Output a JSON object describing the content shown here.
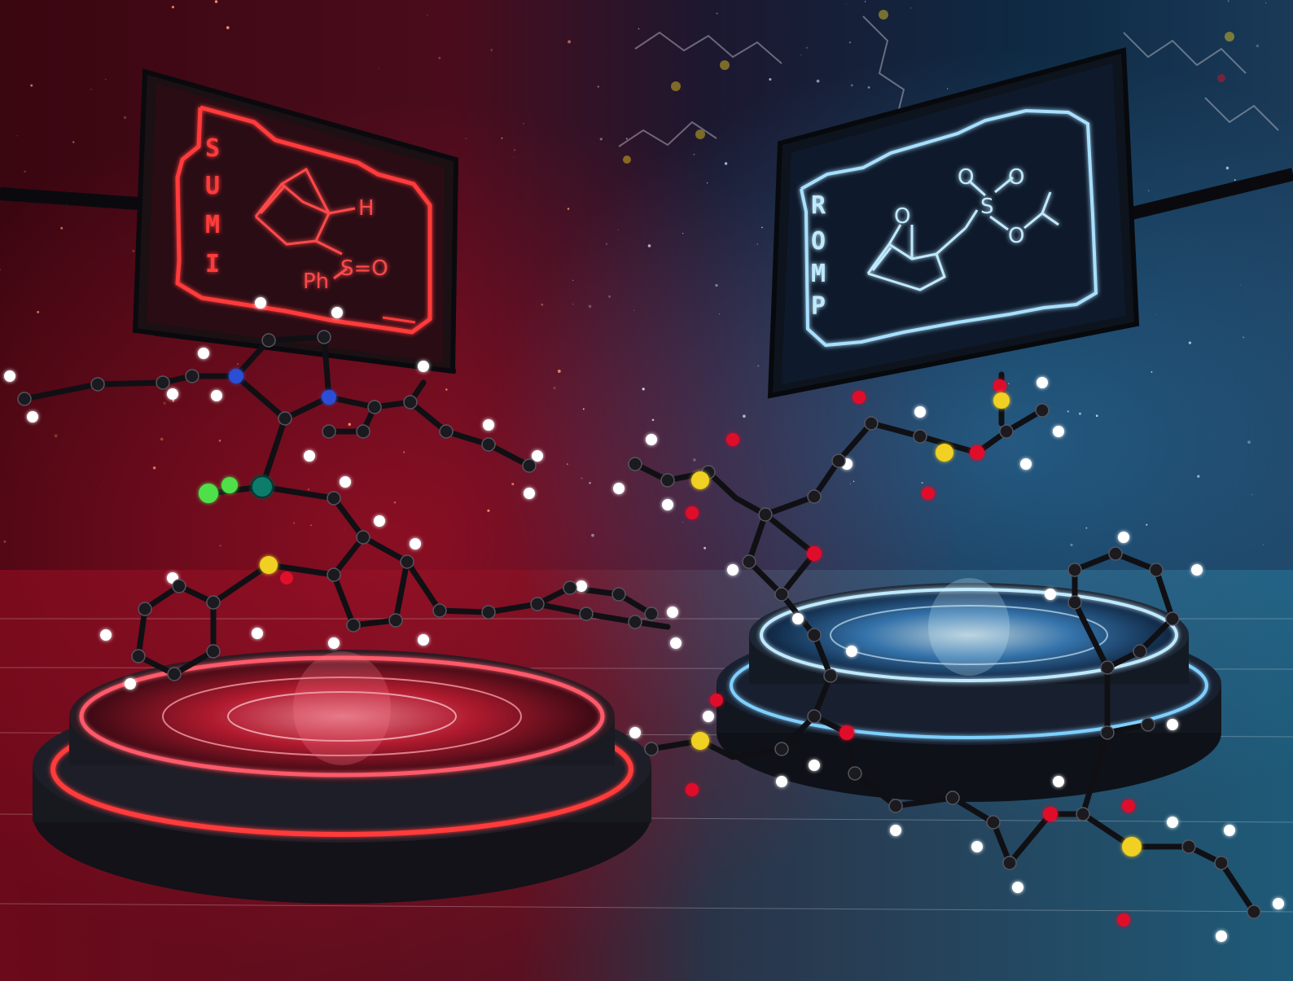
{
  "colors": {
    "red_glow": "#ff3b3b",
    "red_deep": "#5a0a18",
    "blue_glow": "#9fe0ff",
    "blue_deep": "#0a2a44",
    "atom_carbon": "#1a1a1f",
    "atom_hydrogen": "#ffffff",
    "atom_nitrogen": "#2a4fd6",
    "atom_oxygen": "#e0102a",
    "atom_sulfur": "#f0d020",
    "atom_ruthenium": "#0e7c6a",
    "atom_chlorine": "#4fe04a"
  },
  "left_screen": {
    "vertical_label": "SUMI",
    "letters": [
      "S",
      "U",
      "M",
      "I"
    ],
    "atom_h": "H",
    "sulfoxide": "S=O",
    "phenyl": "Ph"
  },
  "right_screen": {
    "vertical_label": "ROMP",
    "letters": [
      "R",
      "O",
      "M",
      "P"
    ],
    "ring_oxygen": "O",
    "sulfonyl_o1": "O",
    "sulfonyl_o2": "O",
    "sulfur": "S",
    "ester_oxygen": "O"
  }
}
